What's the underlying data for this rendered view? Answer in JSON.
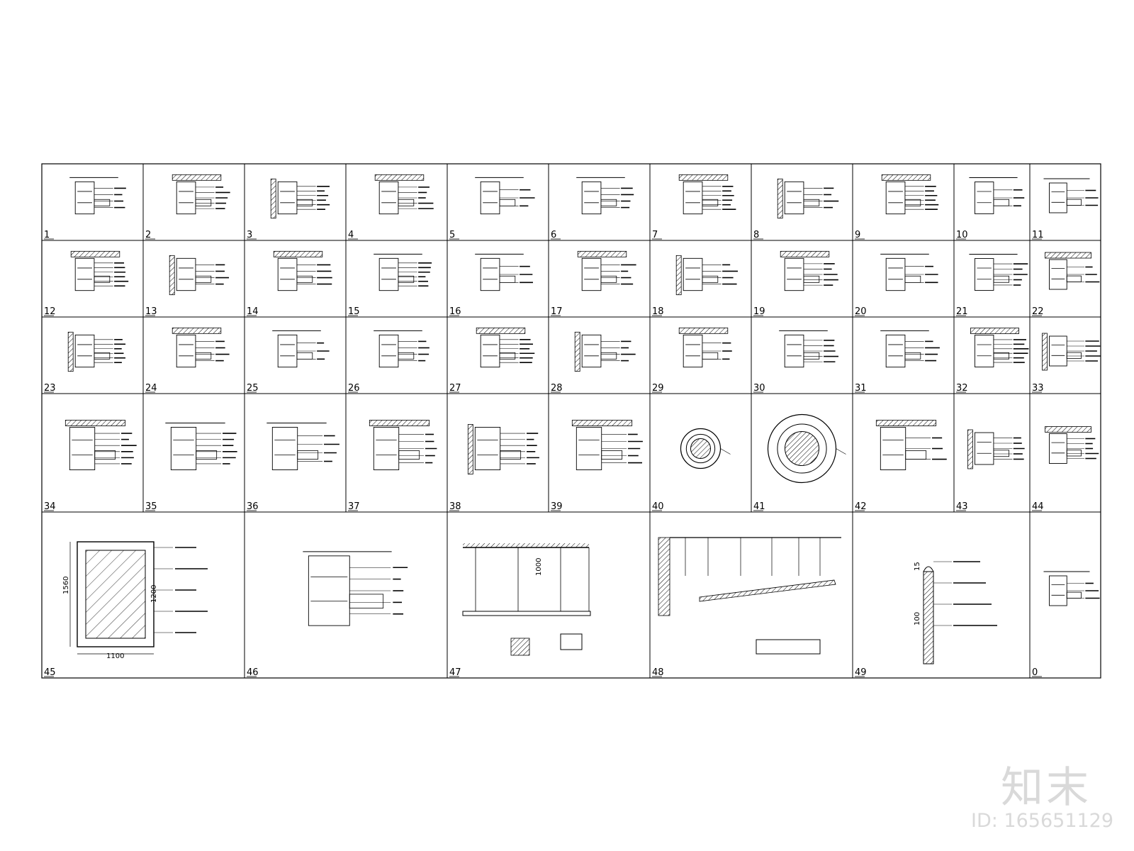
{
  "details": [
    {
      "num": "1"
    },
    {
      "num": "2"
    },
    {
      "num": "3"
    },
    {
      "num": "4"
    },
    {
      "num": "5"
    },
    {
      "num": "6"
    },
    {
      "num": "7"
    },
    {
      "num": "8"
    },
    {
      "num": "9"
    },
    {
      "num": "10"
    },
    {
      "num": "11"
    },
    {
      "num": "12"
    },
    {
      "num": "13"
    },
    {
      "num": "14"
    },
    {
      "num": "15"
    },
    {
      "num": "16"
    },
    {
      "num": "17"
    },
    {
      "num": "18"
    },
    {
      "num": "19"
    },
    {
      "num": "20"
    },
    {
      "num": "21"
    },
    {
      "num": "22"
    },
    {
      "num": "23"
    },
    {
      "num": "24"
    },
    {
      "num": "25"
    },
    {
      "num": "26"
    },
    {
      "num": "27"
    },
    {
      "num": "28"
    },
    {
      "num": "29"
    },
    {
      "num": "30"
    },
    {
      "num": "31"
    },
    {
      "num": "32"
    },
    {
      "num": "33"
    },
    {
      "num": "34"
    },
    {
      "num": "35"
    },
    {
      "num": "36"
    },
    {
      "num": "37"
    },
    {
      "num": "38"
    },
    {
      "num": "39"
    },
    {
      "num": "40"
    },
    {
      "num": "41"
    },
    {
      "num": "42"
    },
    {
      "num": "43"
    },
    {
      "num": "44"
    },
    {
      "num": "45"
    },
    {
      "num": "46"
    },
    {
      "num": "47"
    },
    {
      "num": "48"
    },
    {
      "num": "49"
    },
    {
      "num": "0"
    }
  ],
  "dimensions": {
    "d45_height": "1560",
    "d45_width": "1100",
    "d45_inner": "1200",
    "d47_drop": "1000",
    "d49_top": "15",
    "d49_height": "100"
  },
  "watermark": {
    "name": "知末",
    "id": "ID: 165651129"
  },
  "colors": {
    "line": "#000000",
    "watermark": "#d9d9d9"
  }
}
